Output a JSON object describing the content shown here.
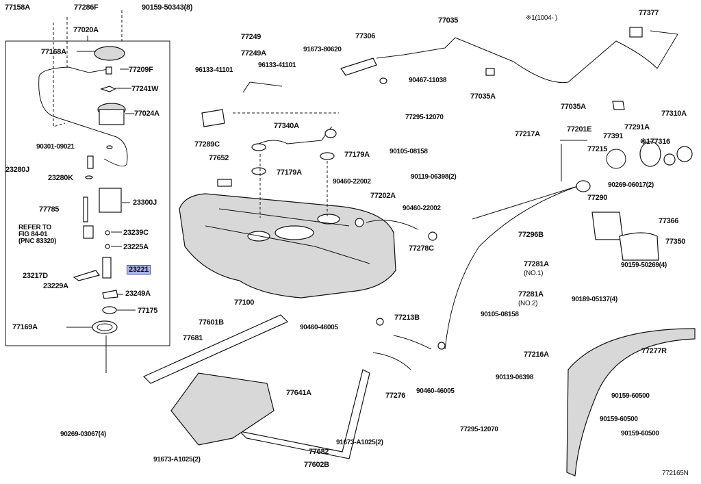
{
  "diagram_code": "772165N",
  "note": "※1(1004-     )",
  "highlight_color": "#aab4e8",
  "reference": {
    "line1": "REFER TO",
    "line2": "FIG 84-01",
    "line3": "(PNC 83320)"
  },
  "labels": [
    "77158A",
    "77286F",
    "90159-50343(8)",
    "77020A",
    "77168A",
    "77209F",
    "77241W",
    "77024A",
    "90301-09021",
    "23280J",
    "23280K",
    "23300J",
    "77785",
    "23239C",
    "23225A",
    "23217D",
    "23221",
    "23229A",
    "23249A",
    "77175",
    "77169A",
    "77249",
    "77249A",
    "96133-41101",
    "96133-41101",
    "91673-80620",
    "77306",
    "77035",
    "77377",
    "90467-11038",
    "77035A",
    "77035A",
    "77295-12070",
    "77217A",
    "90105-08158",
    "90119-06398(2)",
    "77201E",
    "77391",
    "77291A",
    "77310A",
    "77215",
    "※177316",
    "90269-06017(2)",
    "77290",
    "77366",
    "77350",
    "90159-50269(4)",
    "77296B",
    "77281A",
    "(NO.1)",
    "77281A",
    "(NO.2)",
    "90105-08158",
    "90189-05137(4)",
    "77213B",
    "90460-46005",
    "77216A",
    "90119-06398",
    "77277R",
    "90159-60500",
    "90159-60500",
    "90159-60500",
    "77295-12070",
    "90460-46005",
    "77276",
    "77289C",
    "77652",
    "77340A",
    "77179A",
    "77179A",
    "90460-22002",
    "77202A",
    "90460-22002",
    "77278C",
    "77100",
    "77601B",
    "77681",
    "77641A",
    "90269-03067(4)",
    "91673-A1025(2)",
    "77682",
    "77602B",
    "91673-A1025(2)"
  ]
}
